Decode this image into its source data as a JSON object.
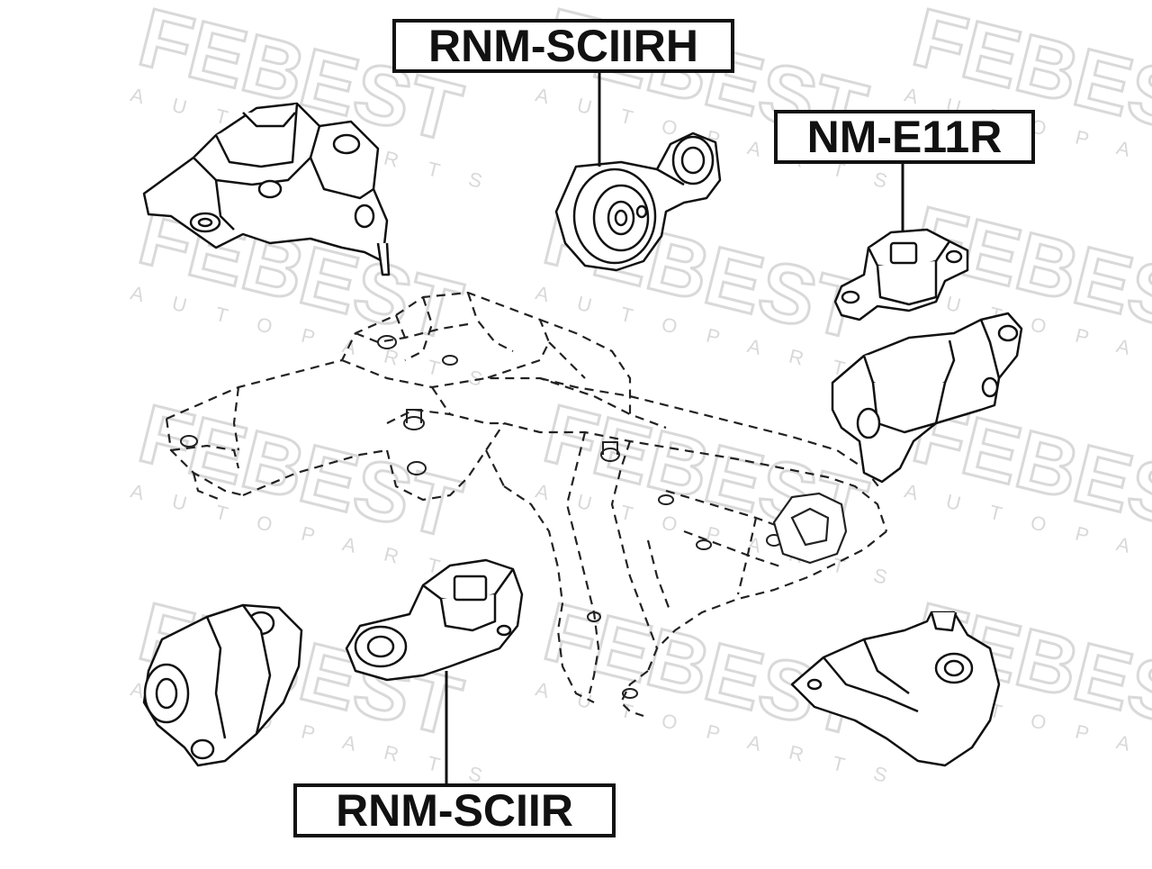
{
  "watermark": {
    "brand": "FEBEST",
    "sub": "A U T O   P A R T S",
    "color": "#d9d9d9"
  },
  "labels": {
    "top_center": "RNM-SCIIRH",
    "top_right": "NM-E11R",
    "bottom_center": "RNM-SCIIR"
  },
  "colors": {
    "line": "#111111",
    "background": "#ffffff"
  }
}
